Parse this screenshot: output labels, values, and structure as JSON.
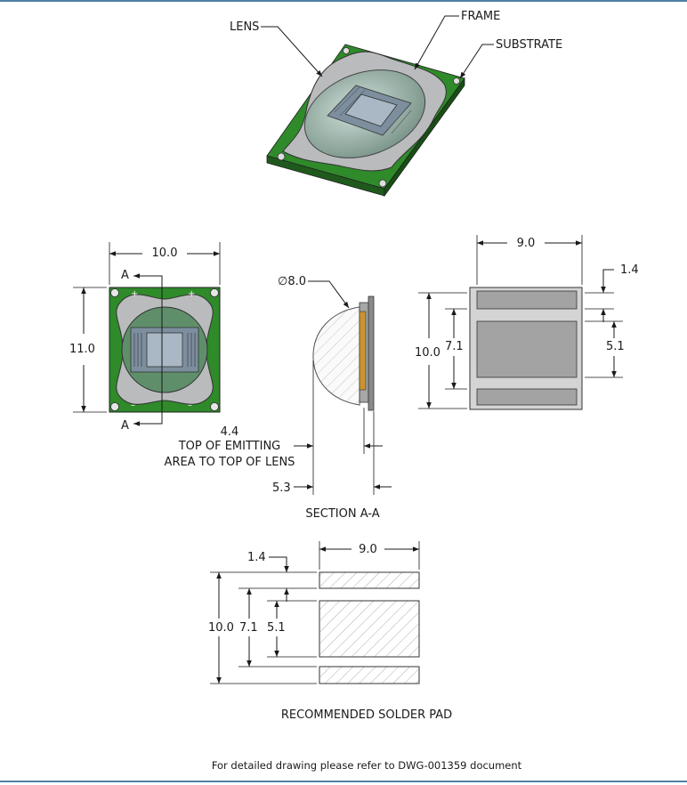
{
  "callouts": {
    "lens": "LENS",
    "frame": "FRAME",
    "substrate": "SUBSTRATE"
  },
  "top_view": {
    "width": "10.0",
    "height": "11.0",
    "section_marker": "A"
  },
  "section_view": {
    "diameter": "∅8.0",
    "emitting_dim": "4.4",
    "emitting_caption_line1": "TOP OF EMITTING",
    "emitting_caption_line2": "AREA TO TOP OF LENS",
    "total_height": "5.3",
    "title": "SECTION A-A"
  },
  "bottom_view": {
    "width": "9.0",
    "edge_pad": "1.4",
    "overall": "10.0",
    "pitch": "7.1",
    "center_pad": "5.1"
  },
  "solder_pad": {
    "width": "9.0",
    "edge_pad": "1.4",
    "overall": "10.0",
    "pitch": "7.1",
    "center_pad": "5.1",
    "title": "RECOMMENDED SOLDER PAD"
  },
  "footer": {
    "note": "For detailed drawing please refer to DWG-001359 document"
  },
  "colors": {
    "pcb_green": "#2f8a2a",
    "frame_gray": "#b9bbbd",
    "chip_blue": "#8ea6b8",
    "pad_gray": "#d4d4d4",
    "border_blue": "#4f7fa6"
  },
  "icons": [
    "led-package-3d-icon",
    "top-view-icon",
    "section-view-icon",
    "bottom-view-icon",
    "solder-pad-icon"
  ]
}
